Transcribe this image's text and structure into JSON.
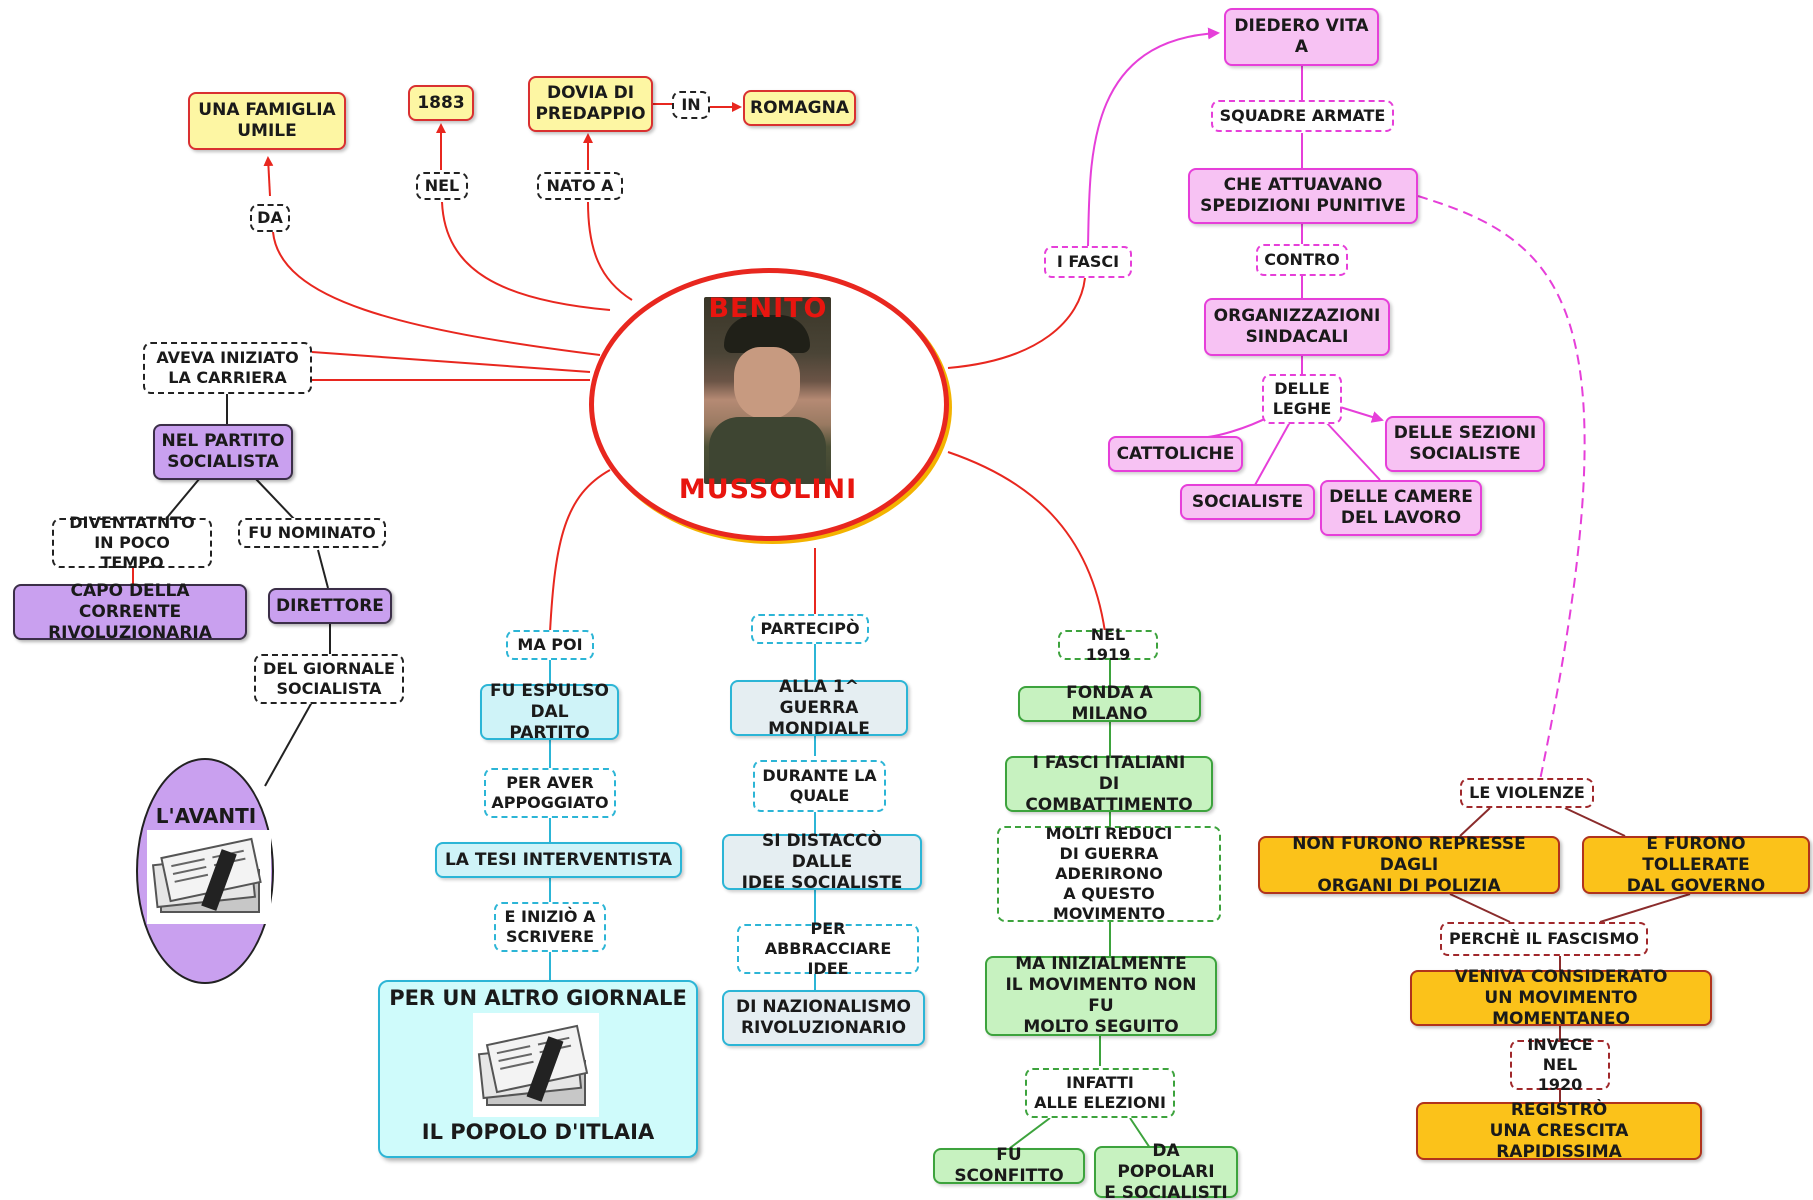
{
  "center": {
    "name_top": "BENITO",
    "name_bottom": "MUSSOLINI"
  },
  "left": {
    "famiglia": "UNA FAMIGLIA\nUMILE",
    "da": "DA",
    "anno": "1883",
    "nel": "NEL",
    "dovia": "DOVIA DI\nPREDAPPIO",
    "nato_a": "NATO A",
    "in": "IN",
    "romagna": "ROMAGNA",
    "carriera": "AVEVA INIZIATO\nLA CARRIERA",
    "partito": "NEL PARTITO\nSOCIALISTA",
    "diventato": "DIVENTATNTO\nIN POCO TEMPO",
    "nominato": "FU NOMINATO",
    "capo": "CAPO DELLA CORRENTE\nRIVOLUZIONARIA",
    "direttore": "DIRETTORE",
    "giornale": "DEL GIORNALE\nSOCIALISTA",
    "avanti": "L'AVANTI"
  },
  "mapoi": {
    "ma_poi": "MA POI",
    "espulso": "FU ESPULSO\nDAL PARTITO",
    "per_aver": "PER AVER\nAPPOGGIATO",
    "tesi": "LA TESI INTERVENTISTA",
    "inizio": "E INIZIÒ A\nSCRIVERE",
    "altro_giornale": "PER UN ALTRO GIORNALE",
    "popolo": "IL POPOLO D'ITLAIA"
  },
  "partecipo": {
    "partecipo": "PARTECIPÒ",
    "guerra": "ALLA 1^ GUERRA\nMONDIALE",
    "durante": "DURANTE LA\nQUALE",
    "distacco": "SI DISTACCÒ DALLE\nIDEE SOCIALISTE",
    "abbracciare": "PER ABBRACCIARE\nIDEE",
    "nazionalismo": "DI  NAZIONALISMO\nRIVOLUZIONARIO"
  },
  "nel1919": {
    "nel": "NEL 1919",
    "fonda": "FONDA A MILANO",
    "fasci_it": "I FASCI ITALIANI\nDI COMBATTIMENTO",
    "reduci": "MOLTI REDUCI\nDI GUERRA\nADERIRONO\nA QUESTO MOVIMENTO",
    "inizialmente": "MA INIZIALMENTE\nIL MOVIMENTO NON FU\nMOLTO SEGUITO",
    "infatti": "INFATTI\nALLE ELEZIONI",
    "sconfitto": "FU SCONFITTO",
    "popolari": "DA POPOLARI\nE SOCIALISTI"
  },
  "fasci": {
    "i_fasci": "I FASCI",
    "diedero": "DIEDERO VITA\nA",
    "squadre": "SQUADRE ARMATE",
    "attuavano": "CHE ATTUAVANO\nSPEDIZIONI PUNITIVE",
    "contro": "CONTRO",
    "organizzazioni": "ORGANIZZAZIONI\nSINDACALI",
    "leghe": "DELLE\nLEGHE",
    "cattoliche": "CATTOLICHE",
    "sezioni": "DELLE SEZIONI\nSOCIALISTE",
    "socialiste": "SOCIALISTE",
    "camere": "DELLE CAMERE\nDEL LAVORO"
  },
  "violenze": {
    "violenze": "LE VIOLENZE",
    "repressa": "NON FURONO REPRESSE DAGLI\nORGANI DI POLIZIA",
    "tollerate": "E FURONO TOLLERATE\nDAL GOVERNO",
    "perche": "PERCHÈ IL FASCISMO",
    "considerato": "VENIVA CONSIDERATO\nUN MOVIMENTO MOMENTANEO",
    "invece": "INVECE\nNEL 1920",
    "registro": "REGISTRÒ\nUNA CRESCITA RAPIDISSIMA"
  },
  "colors": {
    "red_link": "#e8271f",
    "magenta_link": "#e63fd9",
    "cyan_link": "#2cb5d6",
    "green_link": "#3da33d",
    "dark_red_link": "#8a2c2c"
  },
  "icons": [
    "portrait-photo",
    "newspaper-icon",
    "newspaper-icon"
  ]
}
